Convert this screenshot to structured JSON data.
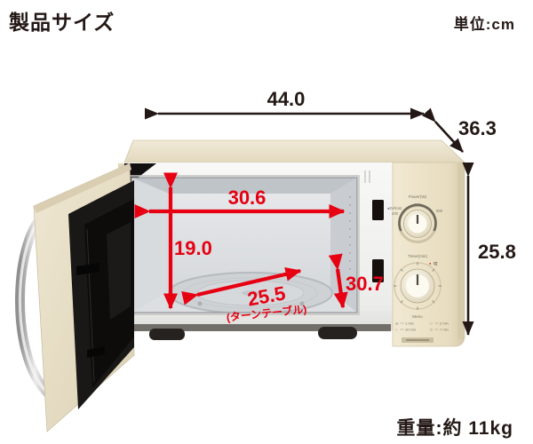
{
  "header": {
    "title": "製品サイズ",
    "unit_label": "単位:cm"
  },
  "footer": {
    "weight_label": "重量:約 11kg"
  },
  "dimensions": {
    "outer_width": "44.0",
    "outer_depth": "36.3",
    "outer_height": "25.8",
    "cavity_width": "30.6",
    "cavity_height": "19.0",
    "cavity_depth": "30.7",
    "turntable_diameter": "25.5",
    "turntable_note": "(ターンテーブル)"
  },
  "control_panel": {
    "power_label": "Power(W)",
    "power_marks": {
      "defrost": "●Defrost",
      "w200": "200",
      "w500": "500",
      "w900": "900"
    },
    "timer_label": "Timer(min)",
    "off_dot": "●",
    "off_label": "切",
    "menu_label": "Menu",
    "menu_items": [
      {
        "icon": "◎",
        "label": "1 min"
      },
      {
        "icon": "□",
        "label": "2 min"
      },
      {
        "icon": "○",
        "label": "10 min"
      },
      {
        "icon": "◇",
        "label": "7 min"
      }
    ]
  },
  "colors": {
    "annotation_dark": "#231815",
    "annotation_red": "#e60012",
    "body_cream": "#e9e0c8"
  }
}
